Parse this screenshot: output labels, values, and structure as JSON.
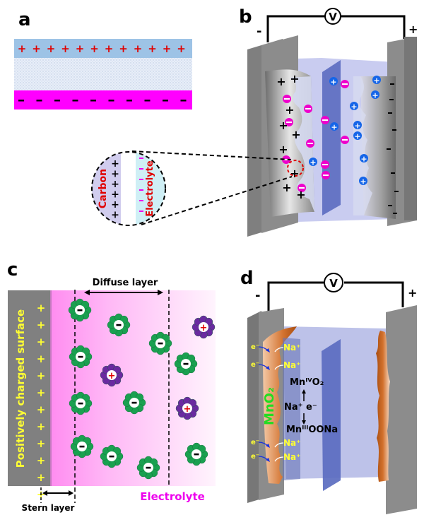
{
  "panels": {
    "a": {
      "label": "a",
      "top_sign": "+",
      "bottom_sign": "-",
      "top_count": 12,
      "bottom_count": 10,
      "colors": {
        "top": "#9dc3e6",
        "middle": "#dde6f3",
        "bottom": "#ff00ff",
        "plus": "#e00000"
      }
    },
    "b": {
      "label": "b",
      "voltmeter": "V",
      "neg_terminal": "-",
      "pos_terminal": "+",
      "inset": {
        "left_label": "Carbon",
        "right_label": "Electrolyte",
        "left_sign": "+",
        "right_sign": "-"
      },
      "colors": {
        "cation": "#1565e8",
        "anion": "#ee00cc",
        "electrode": "#7f7f7f",
        "separator": "#5b6cc0",
        "electrolyte": "#b9bfe8"
      }
    },
    "c": {
      "label": "c",
      "surface_label": "Positively charged surface",
      "surface_sign": "+",
      "diffuse_label": "Diffuse layer",
      "stern_label": "Stern layer",
      "electrolyte_label": "Electrolyte",
      "colors": {
        "surface": "#808080",
        "surface_text": "#ffff33",
        "solvent": "#1aa050",
        "anion_shell": "#1aa050",
        "cation_shell": "#6a2aa0",
        "electrolyte_text": "#ee00ee"
      }
    },
    "d": {
      "label": "d",
      "voltmeter": "V",
      "neg_terminal": "-",
      "pos_terminal": "+",
      "material_label": "MnO₂",
      "reaction_top": "MnᴵⱽO₂",
      "reaction_middle": "Na⁺  e⁻",
      "reaction_bottom": "MnᴵᴵᴵOONa",
      "electron_label": "e⁻",
      "sodium_label": "Na⁺",
      "colors": {
        "coating": "#c8601a",
        "material_text": "#22dd22",
        "ion_text": "#ffff33"
      }
    }
  }
}
